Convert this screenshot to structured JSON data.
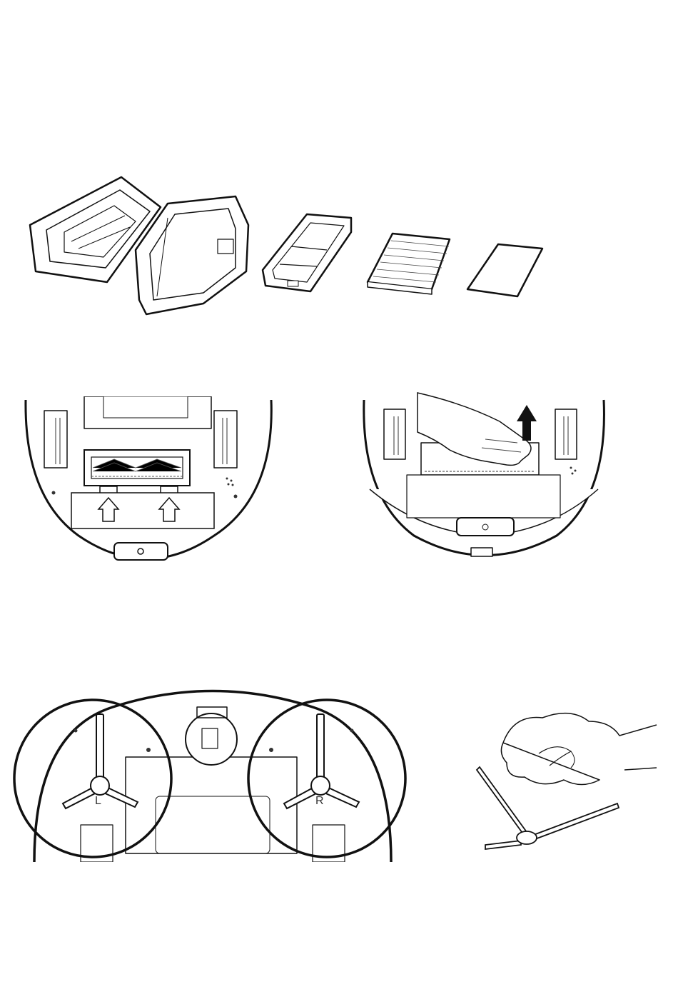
{
  "figures": [
    {
      "id": "dustbin-and-filters"
    },
    {
      "id": "main-brush-release"
    },
    {
      "id": "main-brush-removal"
    },
    {
      "id": "side-brushes"
    },
    {
      "id": "side-brush-cleaning"
    }
  ],
  "side_brushes": {
    "left_label": "L",
    "right_label": "R"
  },
  "colors": {
    "line": "#111111",
    "background": "#ffffff"
  }
}
